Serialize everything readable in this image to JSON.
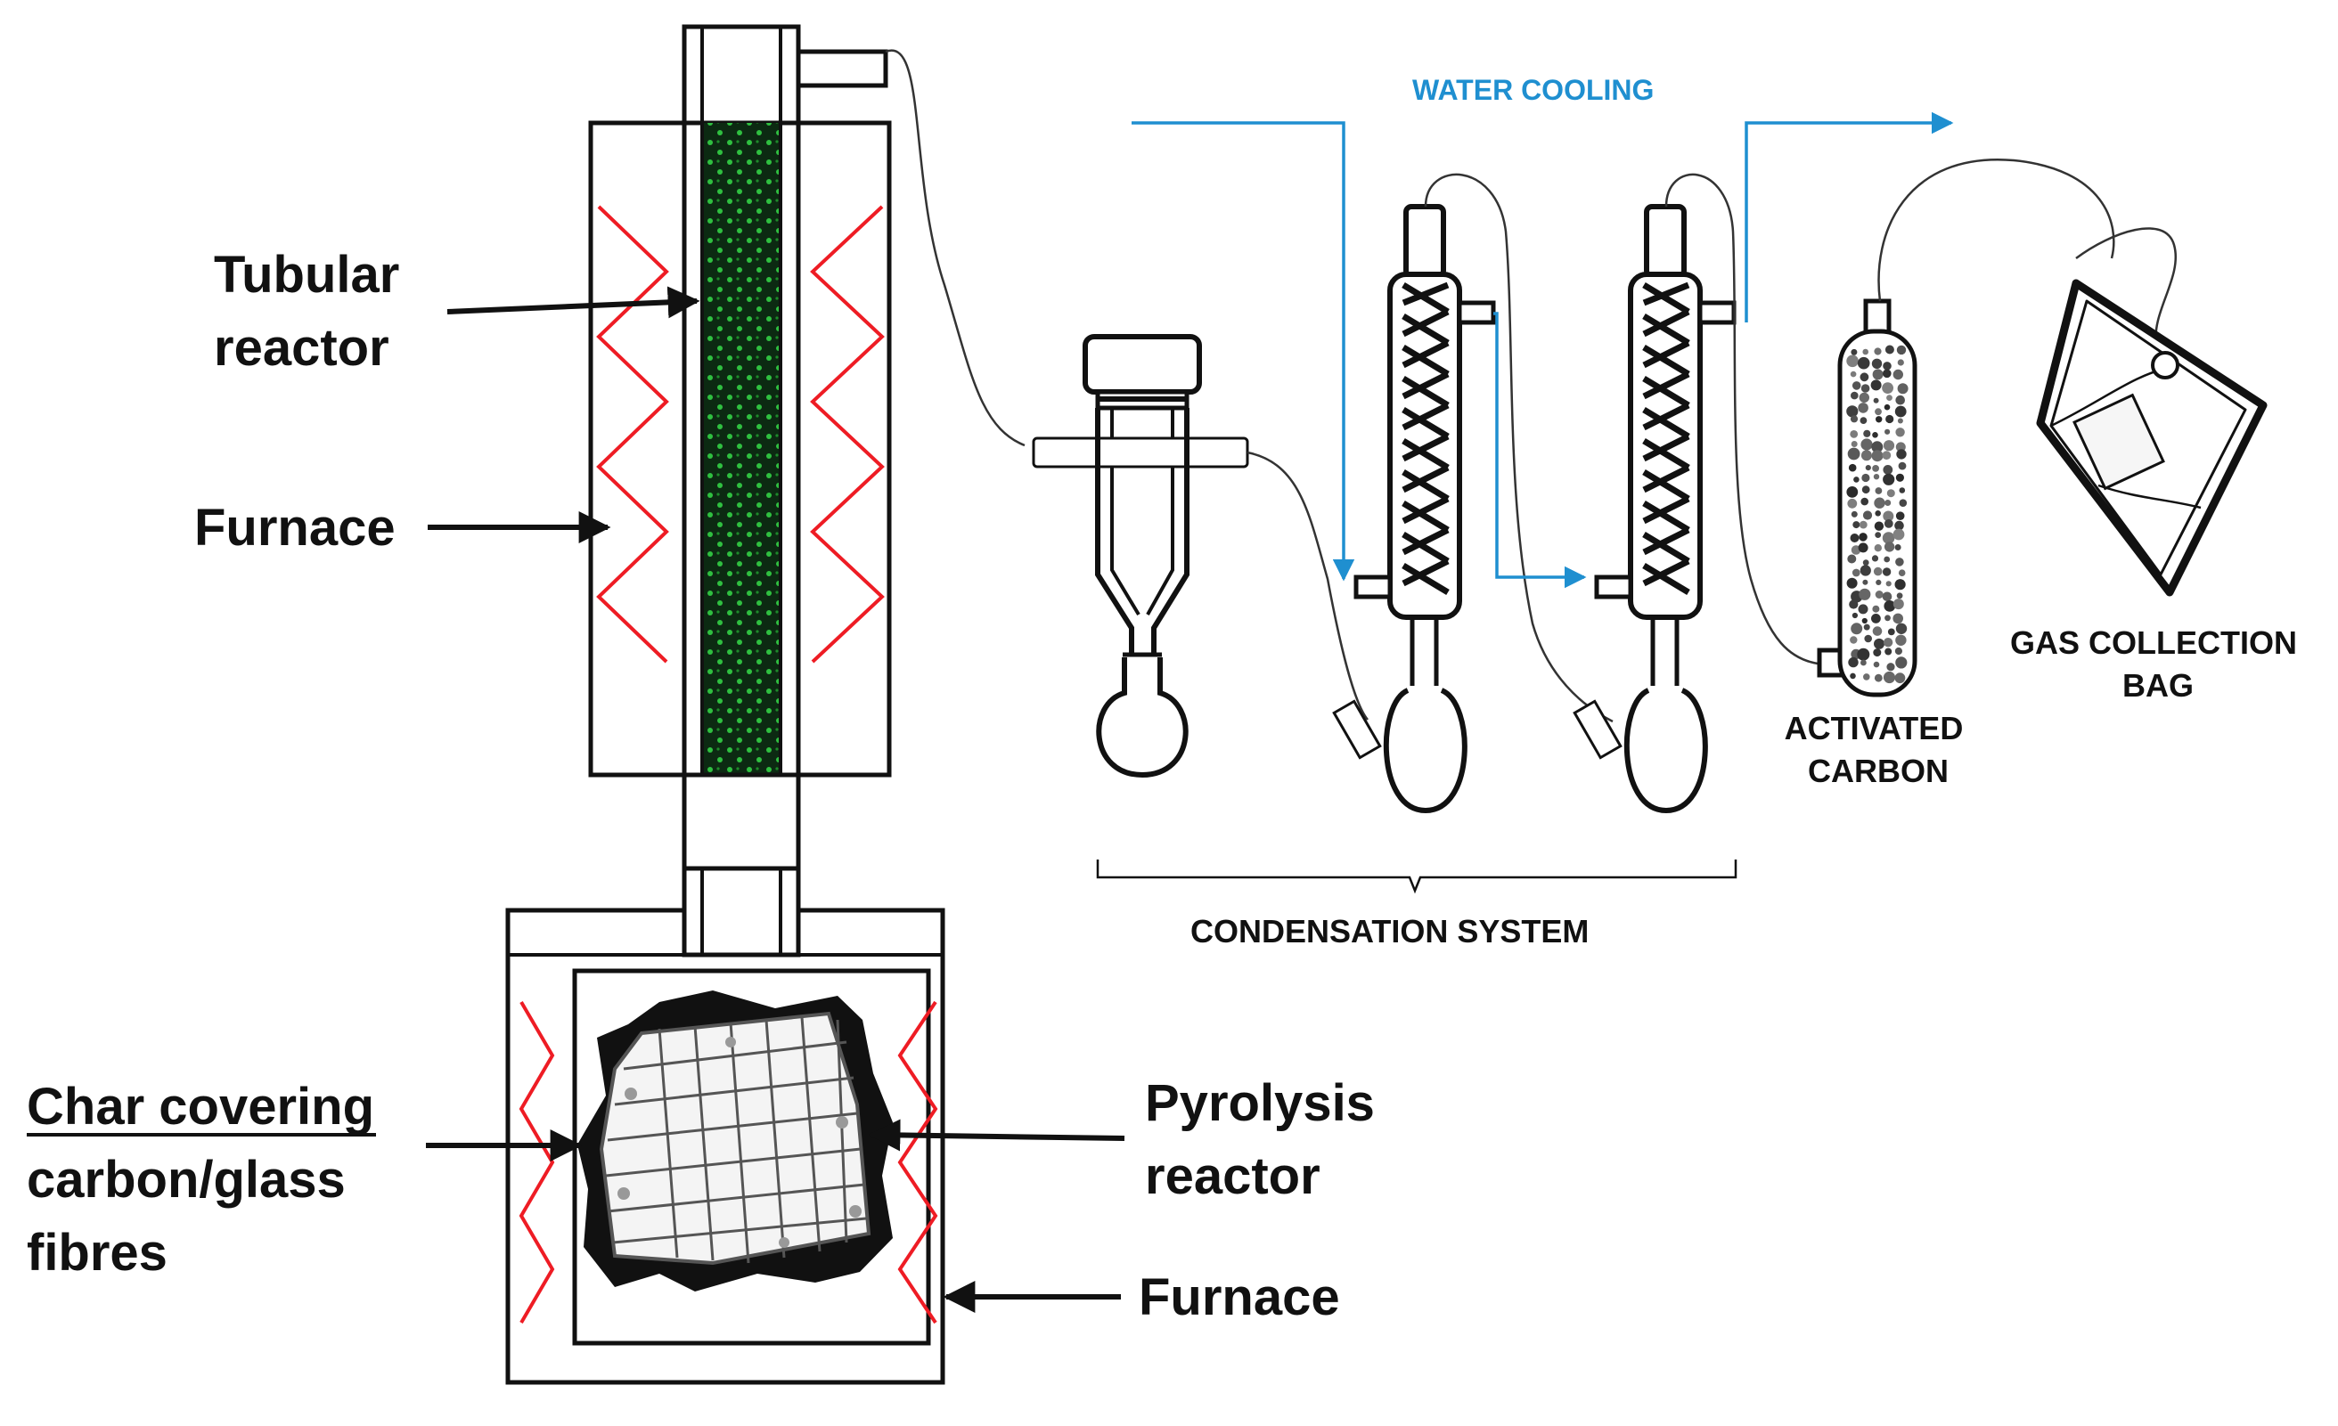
{
  "labels": {
    "tubular_reactor": [
      "Tubular",
      "reactor"
    ],
    "furnace_top": "Furnace",
    "char_covering": [
      "Char covering",
      "carbon/glass",
      "fibres"
    ],
    "pyrolysis_reactor": [
      "Pyrolysis",
      "reactor"
    ],
    "furnace_bottom": "Furnace",
    "water_cooling": "WATER COOLING",
    "condensation_system": "CONDENSATION SYSTEM",
    "activated_carbon": [
      "ACTIVATED",
      "CARBON"
    ],
    "gas_collection_bag": [
      "GAS COLLECTION",
      "BAG"
    ]
  },
  "colors": {
    "heating_element": "#ee1c24",
    "water_line": "#1f8fd0",
    "catalyst": "#27c03a",
    "outline": "#111111"
  }
}
